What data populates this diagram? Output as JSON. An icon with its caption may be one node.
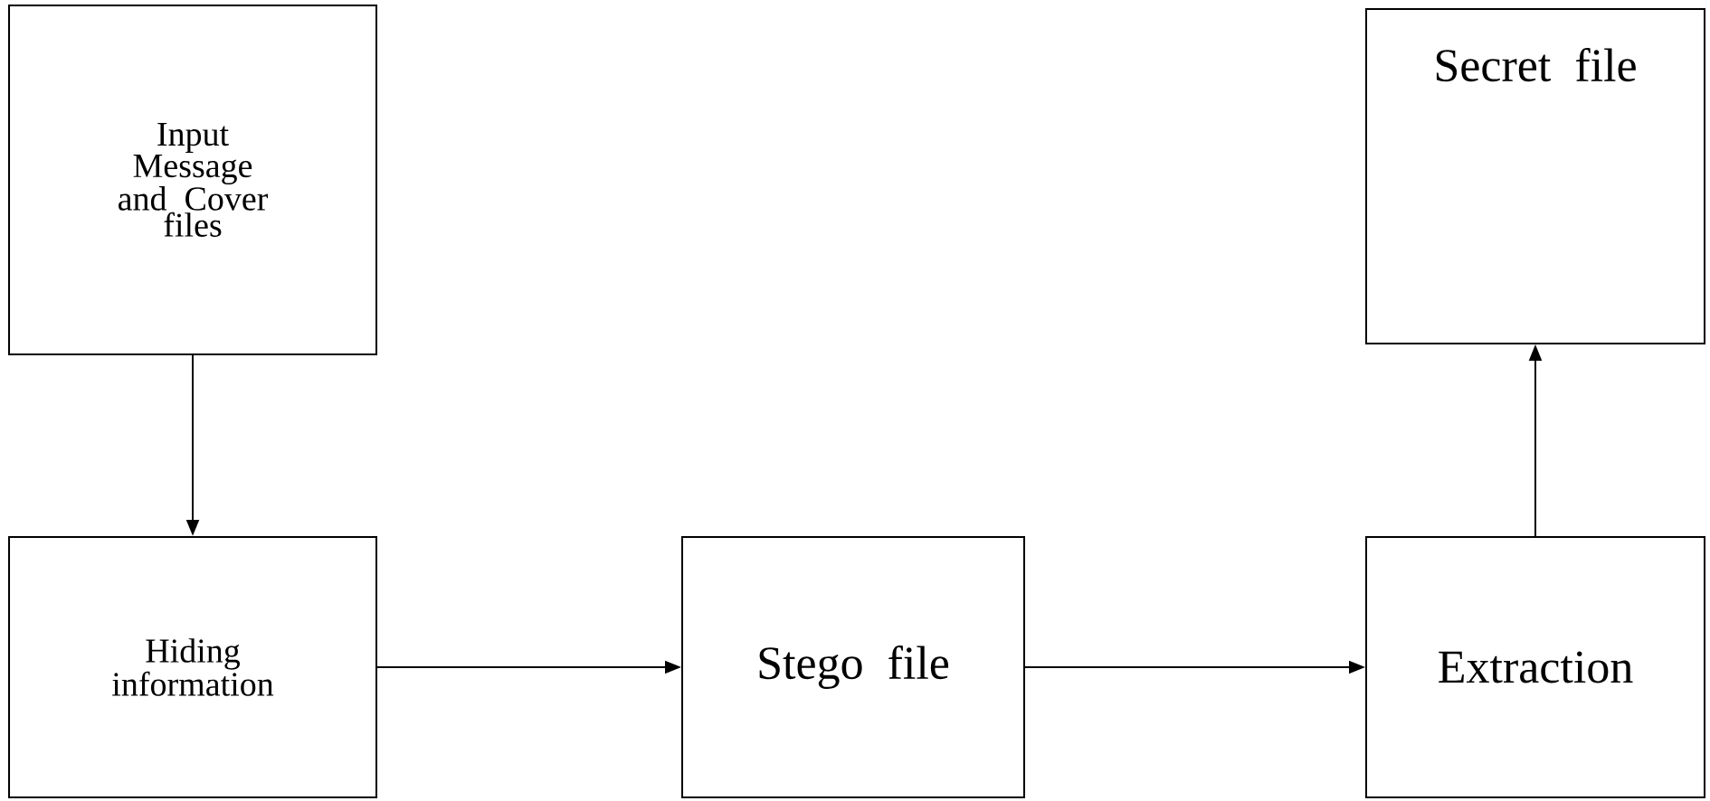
{
  "diagram": {
    "nodes": [
      {
        "text": [
          "Input Message and Cover files"
        ]
      },
      {
        "text": [
          "Secret file"
        ]
      },
      {
        "text": [
          "Hiding information"
        ]
      },
      {
        "text": [
          "Stego file"
        ]
      },
      {
        "text": [
          "Extraction"
        ]
      }
    ],
    "edges": [
      {
        "from": 0,
        "to": 2,
        "arrow": "to"
      },
      {
        "from": 2,
        "to": 3,
        "arrow": "to"
      },
      {
        "from": 3,
        "to": 4,
        "arrow": "to"
      },
      {
        "from": 4,
        "to": 1,
        "arrow": "to"
      }
    ]
  }
}
